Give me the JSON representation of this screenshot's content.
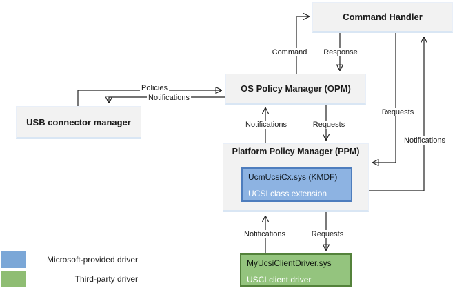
{
  "nodes": {
    "command_handler": {
      "label": "Command Handler"
    },
    "opm": {
      "label": "OS Policy Manager (OPM)"
    },
    "usb_connector_manager": {
      "label": "USB connector manager"
    },
    "ppm": {
      "label": "Platform Policy Manager (PPM)"
    },
    "ucsi_class_extension": {
      "line1": "UcmUcsiCx.sys (KMDF)",
      "line2": "UCSI class extension"
    },
    "ucsi_client_driver": {
      "line1": "MyUcsiClientDriver.sys",
      "line2": "USCI client driver"
    }
  },
  "edge_labels": {
    "command": "Command",
    "response": "Response",
    "policies": "Policies",
    "notifications_opm_to_ucm": "Notifications",
    "notifications_ppm_to_opm": "Notifications",
    "requests_opm_to_ppm": "Requests",
    "requests_ch_to_ppm": "Requests",
    "notifications_ppm_to_ch": "Notifications",
    "notifications_client_to_ppm": "Notifications",
    "requests_ppm_to_client": "Requests"
  },
  "legend": {
    "items": [
      {
        "color": "#7ba7d7",
        "label": "Microsoft-provided driver"
      },
      {
        "color": "#8fbd73",
        "label": "Third-party driver"
      }
    ]
  },
  "colors": {
    "gray_box_bg": "#f2f2f2",
    "gray_box_border": "#d9e6f4",
    "blue_fill": "#8db3e2",
    "blue_border": "#4e7dbd",
    "green_fill": "#94c47e",
    "green_border": "#54823b",
    "line": "#212121"
  }
}
